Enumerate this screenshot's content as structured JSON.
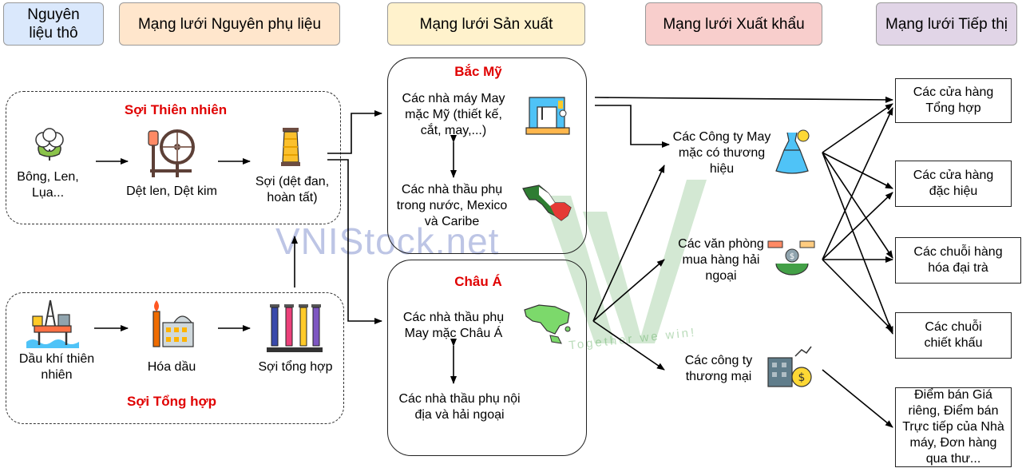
{
  "headers": {
    "raw": "Nguyên liệu thô",
    "materials": "Mạng lưới Nguyên phụ liệu",
    "production": "Mạng lưới Sản xuất",
    "export": "Mạng lưới Xuất khẩu",
    "marketing": "Mạng lưới Tiếp thị"
  },
  "natural": {
    "title": "Sợi Thiên nhiên",
    "cotton": "Bông, Len, Lụa...",
    "weaving": "Dệt len, Dệt kim",
    "yarn": "Sợi (dệt đan, hoàn tất)"
  },
  "synthetic": {
    "title": "Sợi Tổng hợp",
    "gas": "Dầu khí thiên nhiên",
    "petro": "Hóa dầu",
    "yarn": "Sợi tổng hợp"
  },
  "production": {
    "na_title": "Bắc Mỹ",
    "na_factories": "Các nhà máy May mặc Mỹ (thiết kế, cắt, may,...)",
    "na_contractors": "Các nhà thầu phụ trong nước, Mexico và Caribe",
    "asia_title": "Châu Á",
    "asia_contractors": "Các nhà thầu phụ May mặc Châu Á",
    "asia_domestic": "Các nhà thầu phụ nội địa và hải ngoại"
  },
  "export": {
    "brands": "Các Công ty May mặc có thương hiệu",
    "offices": "Các văn phòng mua hàng hải ngoại",
    "trading": "Các công ty thương mại"
  },
  "marketing": {
    "general": "Các cửa hàng Tổng hợp",
    "specialty": "Các cửa hàng đặc hiệu",
    "mass": "Các chuỗi hàng hóa đại trà",
    "discount": "Các chuỗi chiết khấu",
    "other": "Điểm bán Giá riêng, Điểm bán Trực tiếp của Nhà máy, Đơn hàng qua thư..."
  },
  "watermark": {
    "site": "VNIStock.net",
    "slogan": "Together we win!"
  },
  "colors": {
    "raw": "#dae8fc",
    "materials": "#ffe6cc",
    "production": "#fff2cc",
    "export": "#f8cecc",
    "marketing": "#e1d5e7",
    "accent_red": "#e00000"
  },
  "icons": [
    "cotton-icon",
    "spinning-wheel-icon",
    "yarn-spool-icon",
    "oil-rig-icon",
    "refinery-icon",
    "thread-spools-icon",
    "sewing-machine-icon",
    "mexico-map-icon",
    "asia-map-icon",
    "dress-icon",
    "handshake-globe-icon",
    "office-dollar-icon"
  ]
}
